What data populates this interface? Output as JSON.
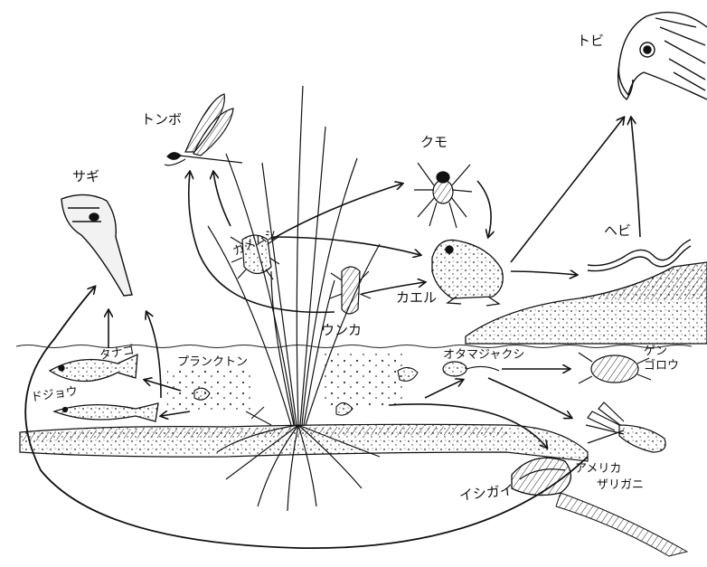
{
  "labels": {
    "tobi": "トビ",
    "tonbo": "トンボ",
    "kumo": "クモ",
    "sagi": "サギ",
    "kamemushi": "カメムシ",
    "unka": "ウンカ",
    "kaeru": "カエル",
    "hebi": "ヘビ",
    "tanago": "タナゴ",
    "dojou": "ドジョウ",
    "plankton": "プランクトン",
    "otamajakushi": "オタマジャクシ",
    "genn": "ゲン",
    "gorou": "ゴロウ",
    "ishigai": "イシガイ",
    "amerika": "アメリカ",
    "zarigani": "ザリガニ"
  }
}
